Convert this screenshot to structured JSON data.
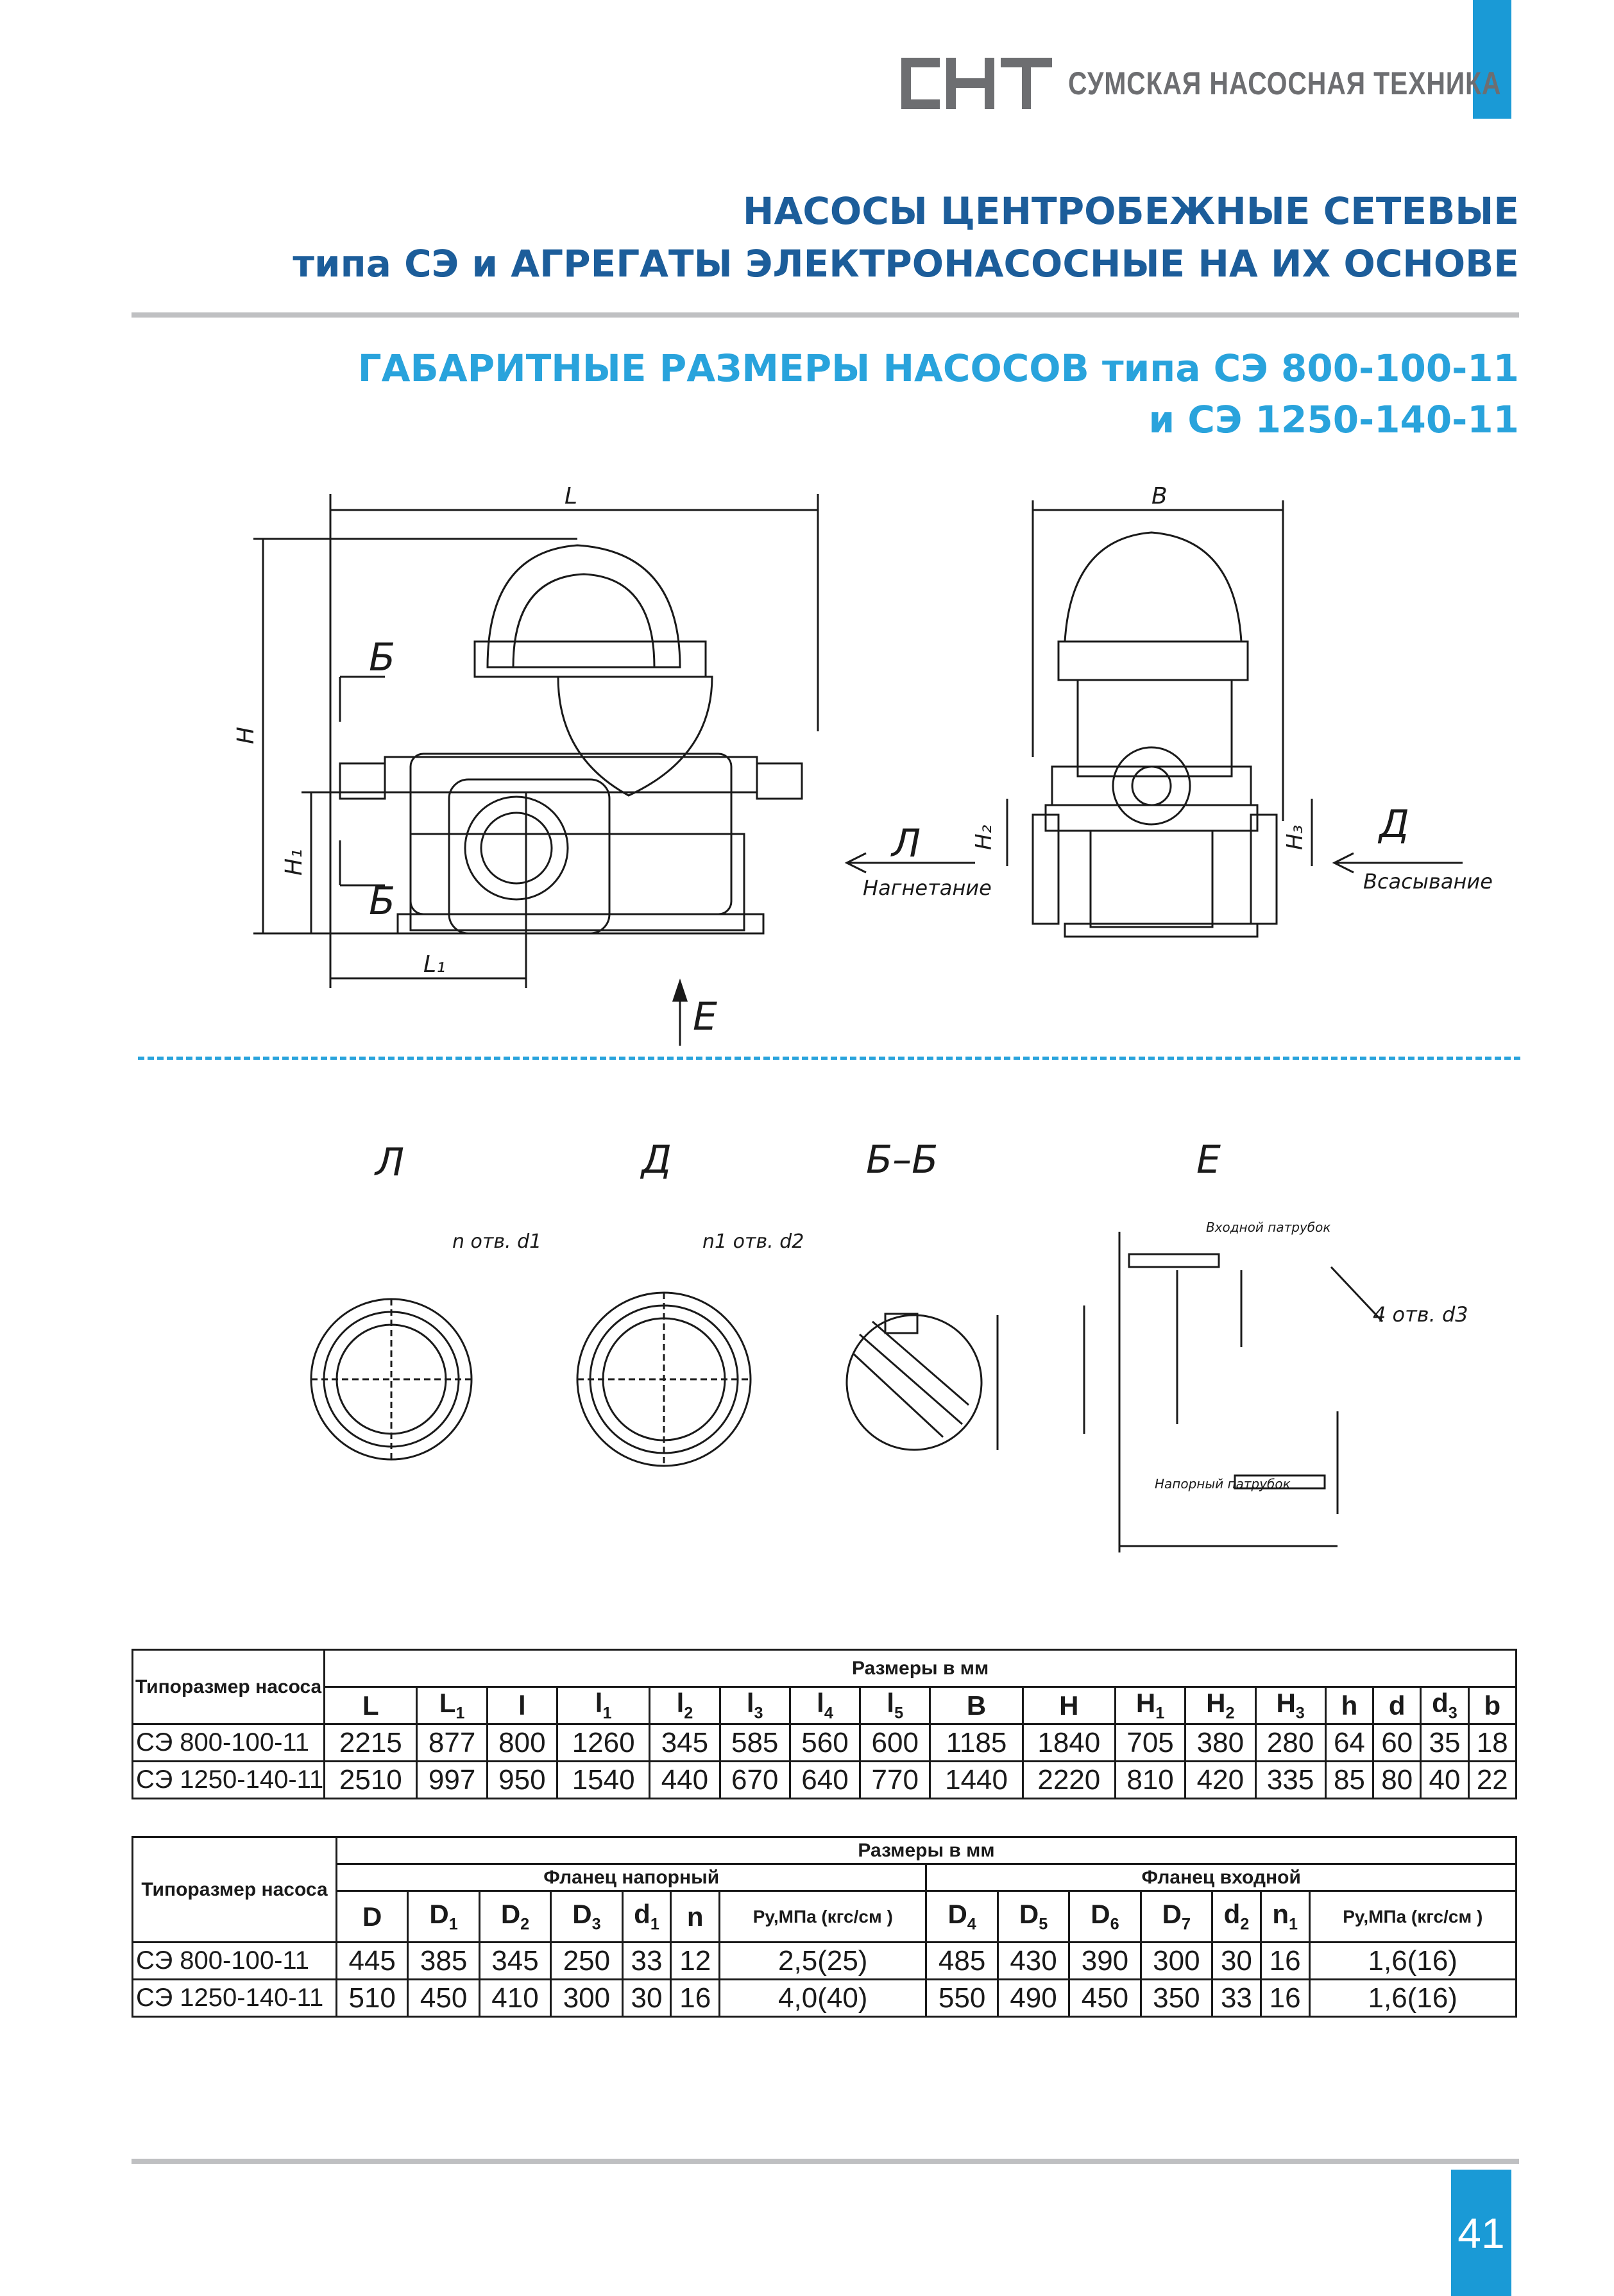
{
  "brand": {
    "text": "СУМСКАЯ НАСОСНАЯ ТЕХНИКА"
  },
  "header": {
    "line1": "НАСОСЫ ЦЕНТРОБЕЖНЫЕ СЕТЕВЫЕ",
    "line2": "типа СЭ и АГРЕГАТЫ ЭЛЕКТРОНАСОСНЫЕ НА ИХ ОСНОВЕ"
  },
  "section": {
    "line1": "ГАБАРИТНЫЕ РАЗМЕРЫ НАСОСОВ типа  СЭ 800-100-11",
    "line2": "и СЭ 1250-140-11"
  },
  "drawing_labels": {
    "L": "L",
    "B": "B",
    "H": "H",
    "H1": "H1",
    "H2": "H2",
    "H3": "H3",
    "L1": "L1",
    "section_b": "Б",
    "view_e": "E",
    "view_l": "Л",
    "view_d": "Д",
    "discharge": "Нагнетание",
    "suction": "Всасывание",
    "detail_l": "Л",
    "detail_d": "Д",
    "detail_bb": "Б–Б",
    "detail_e": "E",
    "n_holes_d1": "n отв. d1",
    "n1_holes_d2": "n1 отв. d2",
    "four_holes_d3": "4 отв. d3",
    "inlet_nozzle": "Входной патрубок",
    "outlet_nozzle": "Напорный патрубок"
  },
  "table1": {
    "row_header": "Типоразмер насоса",
    "group_header": "Размеры в мм",
    "columns": [
      "L",
      "L1",
      "l",
      "l1",
      "l2",
      "l3",
      "l4",
      "l5",
      "B",
      "H",
      "H1",
      "H2",
      "H3",
      "h",
      "d",
      "d3",
      "b"
    ],
    "rows": [
      {
        "name": "СЭ 800-100-11",
        "values": [
          "2215",
          "877",
          "800",
          "1260",
          "345",
          "585",
          "560",
          "600",
          "1185",
          "1840",
          "705",
          "380",
          "280",
          "64",
          "60",
          "35",
          "18"
        ]
      },
      {
        "name": "СЭ 1250-140-11",
        "values": [
          "2510",
          "997",
          "950",
          "1540",
          "440",
          "670",
          "640",
          "770",
          "1440",
          "2220",
          "810",
          "420",
          "335",
          "85",
          "80",
          "40",
          "22"
        ]
      }
    ]
  },
  "table2": {
    "row_header": "Типоразмер насоса",
    "group_header": "Размеры в мм",
    "sub_header_left": "Фланец напорный",
    "sub_header_right": "Фланец входной",
    "columns_left": [
      "D",
      "D1",
      "D2",
      "D3",
      "d1",
      "n",
      "Ру,МПа (кгс/см )"
    ],
    "columns_right": [
      "D4",
      "D5",
      "D6",
      "D7",
      "d2",
      "n1",
      "Ру,МПа (кгс/см )"
    ],
    "rows": [
      {
        "name": "СЭ 800-100-11",
        "left": [
          "445",
          "385",
          "345",
          "250",
          "33",
          "12",
          "2,5(25)"
        ],
        "right": [
          "485",
          "430",
          "390",
          "300",
          "30",
          "16",
          "1,6(16)"
        ]
      },
      {
        "name": "СЭ 1250-140-11",
        "left": [
          "510",
          "450",
          "410",
          "300",
          "30",
          "16",
          "4,0(40)"
        ],
        "right": [
          "550",
          "490",
          "450",
          "350",
          "33",
          "16",
          "1,6(16)"
        ]
      }
    ]
  },
  "page_number": "41"
}
